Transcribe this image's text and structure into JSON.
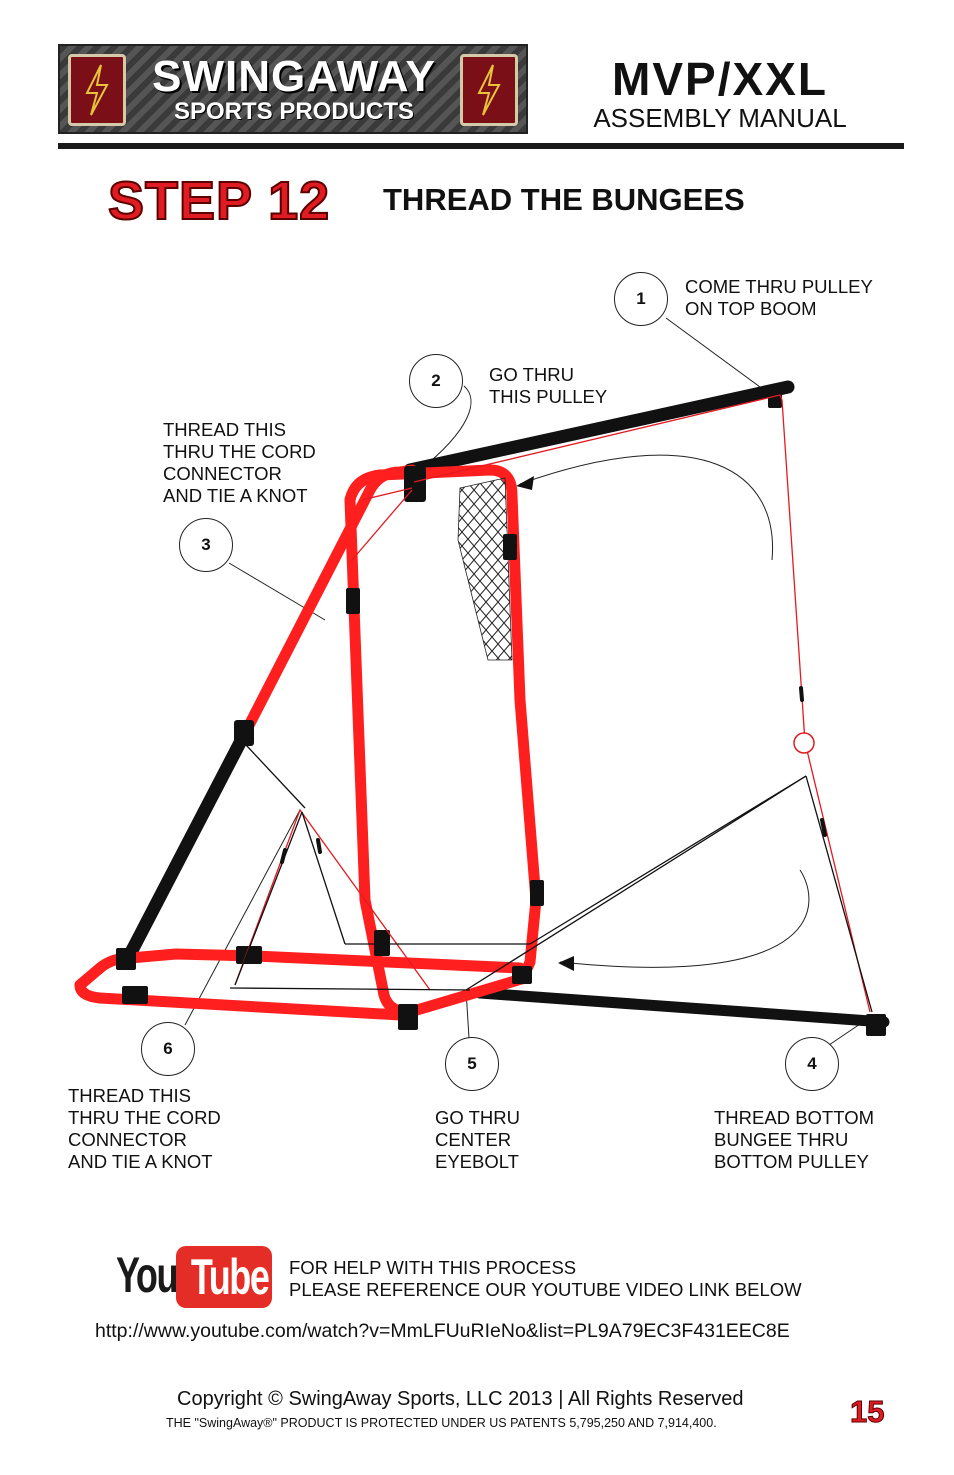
{
  "header": {
    "brand": "SWINGAWAY",
    "brand_sub": "SPORTS PRODUCTS",
    "model": "MVP/XXL",
    "manual": "ASSEMBLY MANUAL"
  },
  "step": {
    "label": "STEP 12",
    "title": "THREAD THE BUNGEES"
  },
  "callouts": [
    {
      "number": "1",
      "text": "COME THRU PULLEY\nON TOP BOOM"
    },
    {
      "number": "2",
      "text": "GO THRU\nTHIS PULLEY"
    },
    {
      "number": "3",
      "text": "THREAD THIS\nTHRU THE CORD\nCONNECTOR\nAND TIE A KNOT"
    },
    {
      "number": "4",
      "text": "THREAD BOTTOM\nBUNGEE THRU\nBOTTOM PULLEY"
    },
    {
      "number": "5",
      "text": "GO THRU\nCENTER\nEYEBOLT"
    },
    {
      "number": "6",
      "text": "THREAD THIS\nTHRU THE CORD\nCONNECTOR\nAND TIE A KNOT"
    }
  ],
  "youtube": {
    "logo_you": "You",
    "logo_tube": "Tube",
    "help_text": "FOR HELP WITH THIS PROCESS\nPLEASE REFERENCE OUR YOUTUBE VIDEO LINK BELOW",
    "url": "http://www.youtube.com/watch?v=MmLFUuRIeNo&list=PL9A79EC3F431EEC8E"
  },
  "footer": {
    "copyright": "Copyright © SwingAway Sports, LLC 2013 | All Rights Reserved",
    "patent": "THE \"SwingAway®\" PRODUCT IS PROTECTED UNDER US PATENTS 5,795,250 AND 7,914,400.",
    "page_number": "15"
  },
  "colors": {
    "accent_red": "#e11b22",
    "frame_red": "#ff1f1f",
    "frame_black": "#111111",
    "logo_badge": "#7a0f18"
  }
}
